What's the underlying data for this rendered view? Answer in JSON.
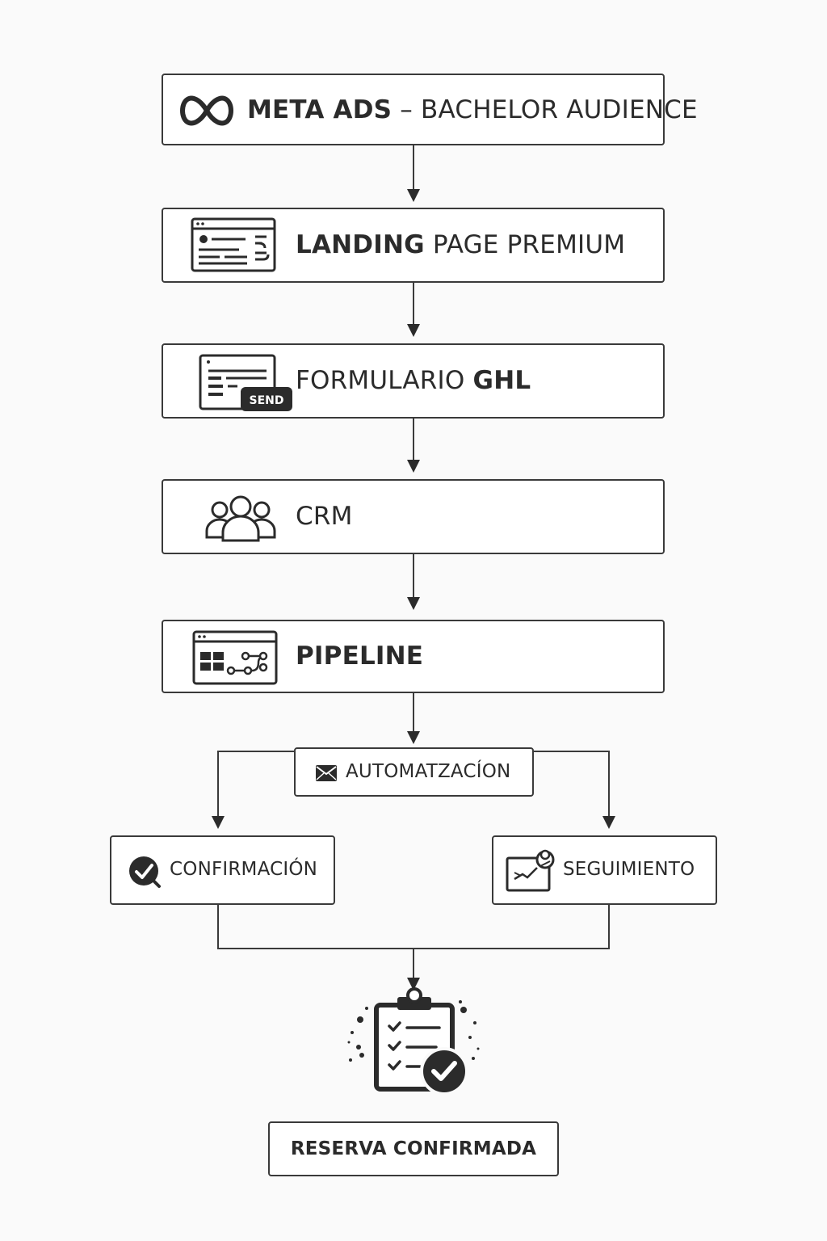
{
  "steps": {
    "meta_ads": {
      "brand": "META ADS",
      "separator": "–",
      "text": "BACHELOR AUDIENCE"
    },
    "landing": {
      "bold": "LANDING",
      "text": "PAGE PREMIUM"
    },
    "form": {
      "text": "FORMULARIO",
      "bold": "GHL",
      "send_badge": "SEND"
    },
    "crm": {
      "text": "CRM"
    },
    "pipeline": {
      "bold": "PIPELINE"
    },
    "automation": {
      "text": "AUTOMATZACÍON"
    },
    "confirmation": {
      "text": "CONFIRMACIÓN"
    },
    "followup": {
      "text": "SEGUIMIENTO"
    },
    "result": {
      "text": "RESERVA CONFIRMADA"
    }
  },
  "icons": {
    "meta_ads": "meta-infinity-icon",
    "landing": "landing-page-icon",
    "form": "form-send-icon",
    "crm": "users-group-icon",
    "pipeline": "pipeline-dashboard-icon",
    "automation": "envelope-icon",
    "confirmation": "check-badge-icon",
    "followup": "mail-chart-icon",
    "result": "clipboard-check-icon"
  },
  "colors": {
    "stroke": "#3a3a3a",
    "text": "#2b2b2b",
    "background": "#fafafa",
    "box": "#ffffff"
  }
}
